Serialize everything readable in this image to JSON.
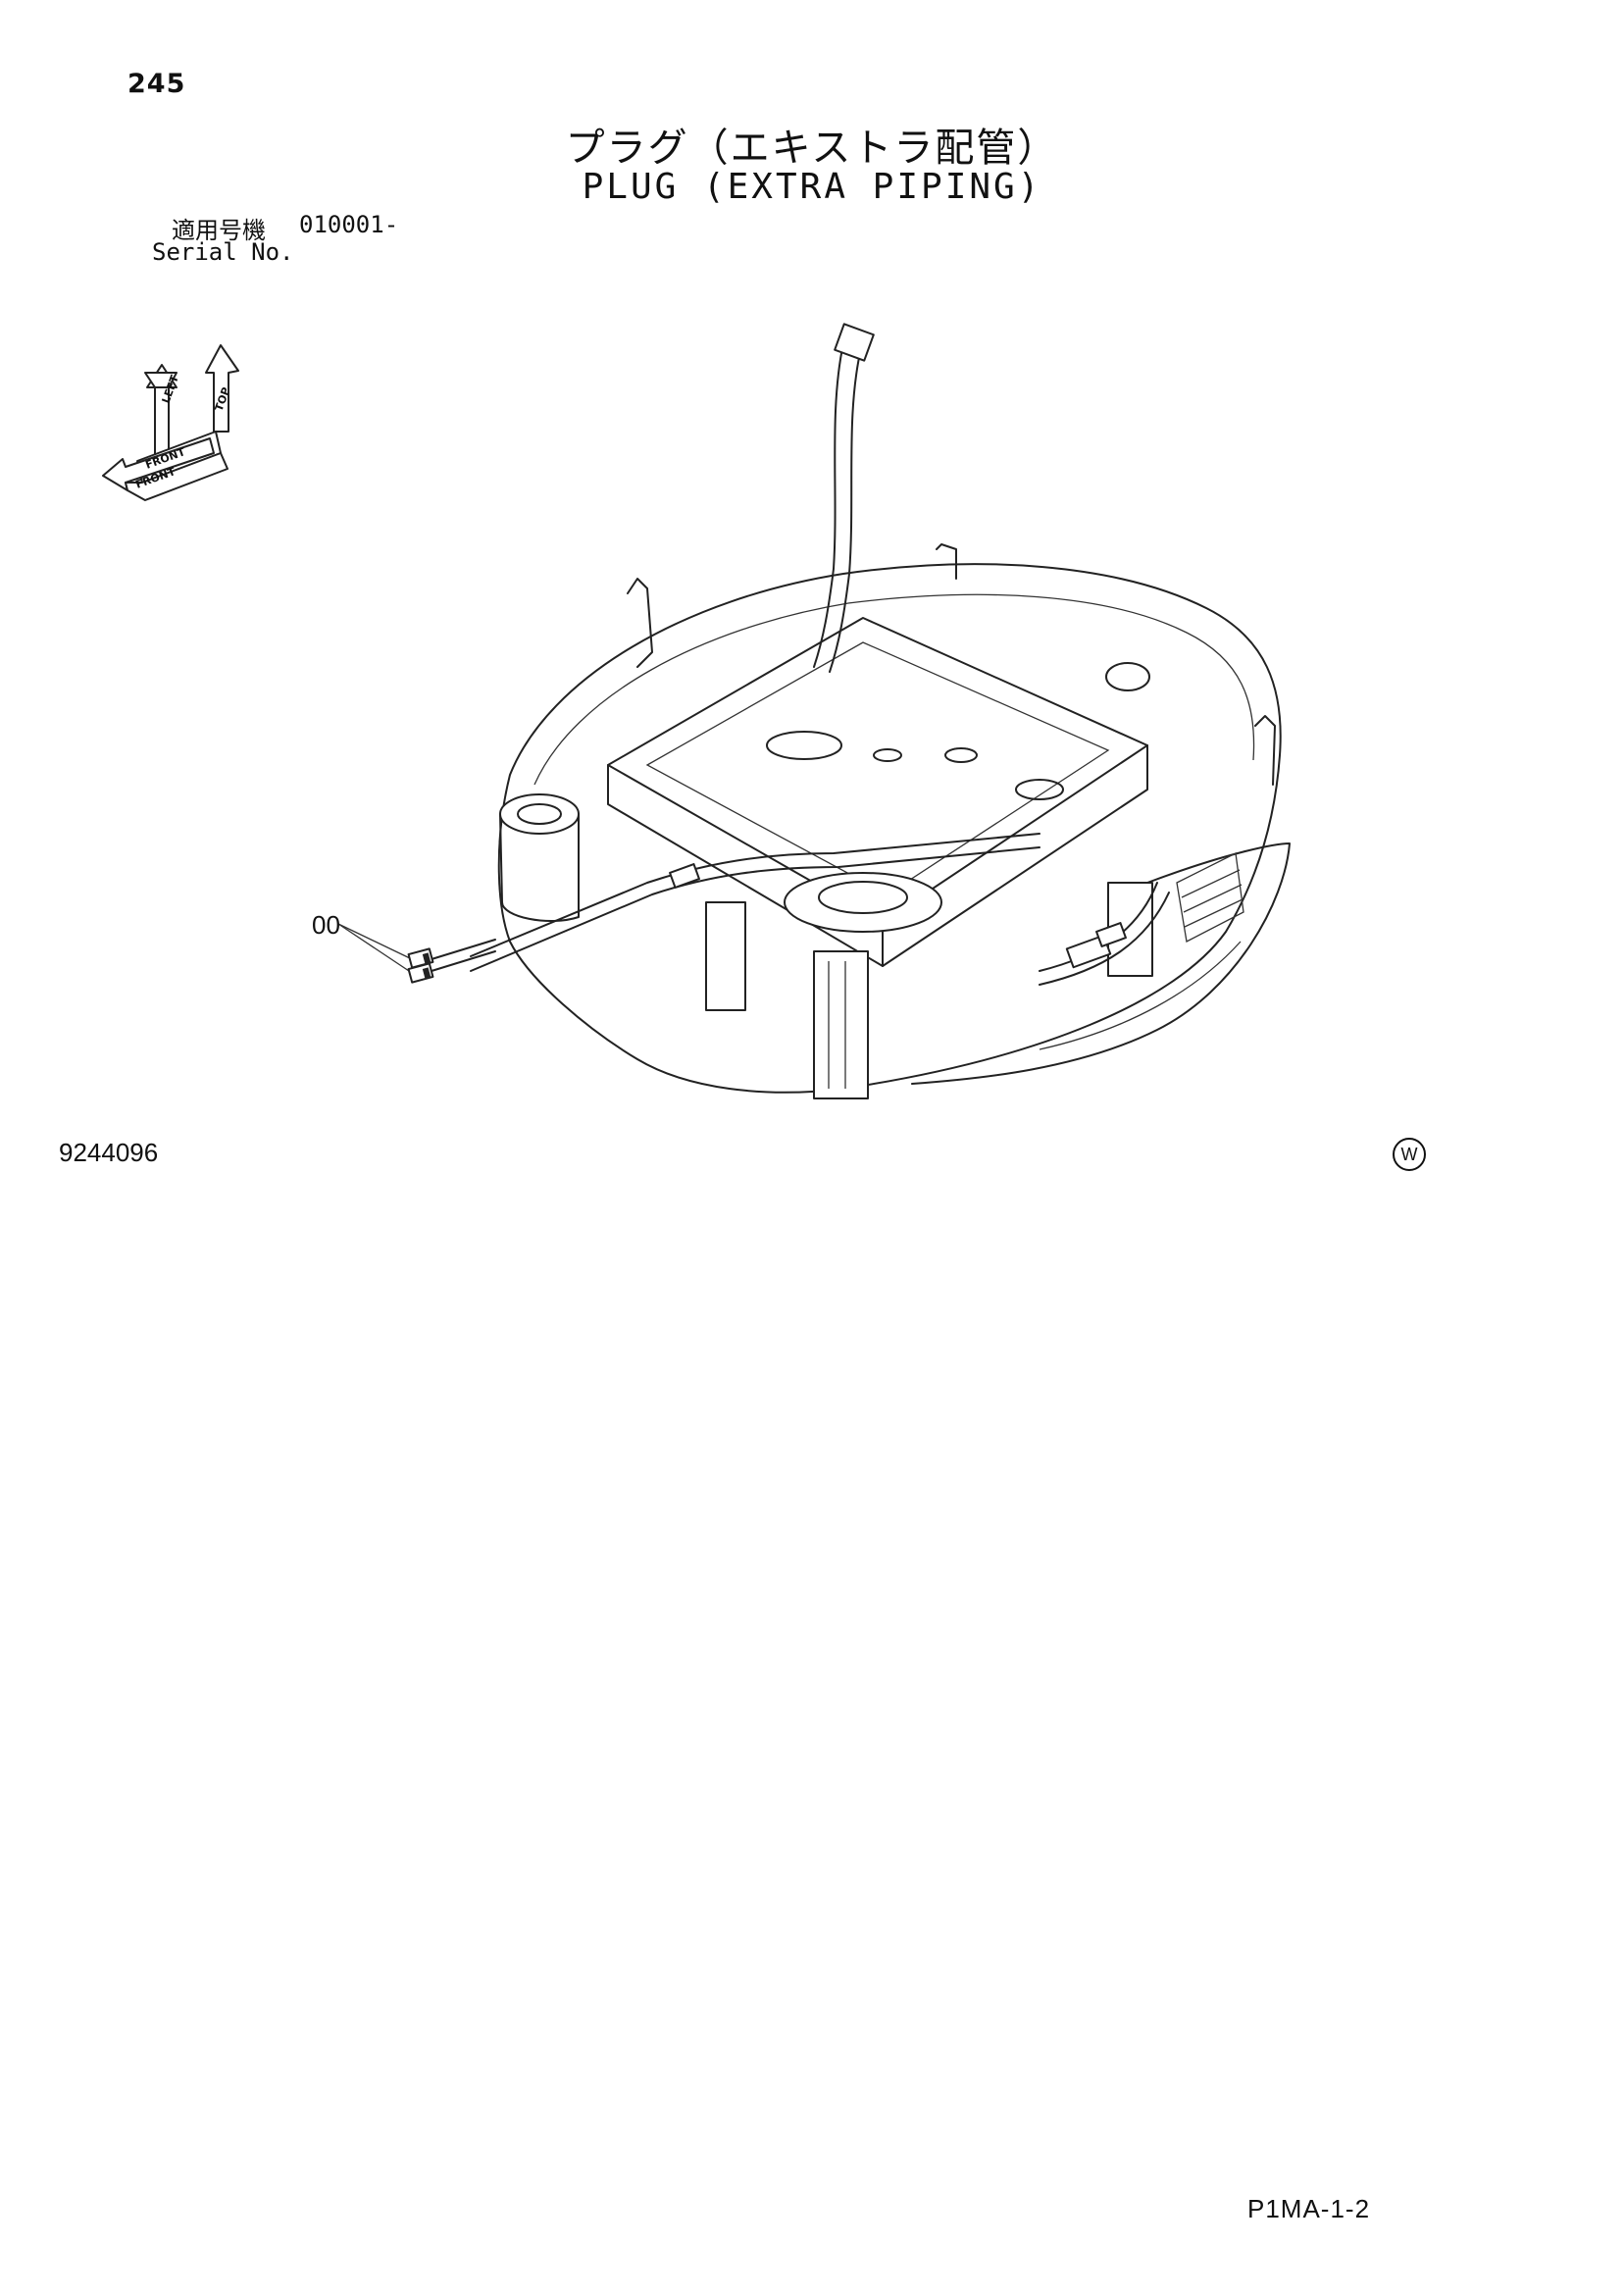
{
  "header": {
    "page_number": "245",
    "title_ja": "プラグ（エキストラ配管）",
    "title_en": "PLUG (EXTRA PIPING)"
  },
  "serial": {
    "label_ja": "適用号機",
    "value": "010001-",
    "label_en": "Serial No."
  },
  "orientation_icon": {
    "name": "direction-arrows-icon",
    "labels": [
      "LEFT",
      "TOP",
      "FRONT",
      "FRONT"
    ]
  },
  "drawing": {
    "callout": "00",
    "drawing_number": "9244096",
    "mark": "W"
  },
  "footer": {
    "page_code": "P1MA-1-2"
  }
}
